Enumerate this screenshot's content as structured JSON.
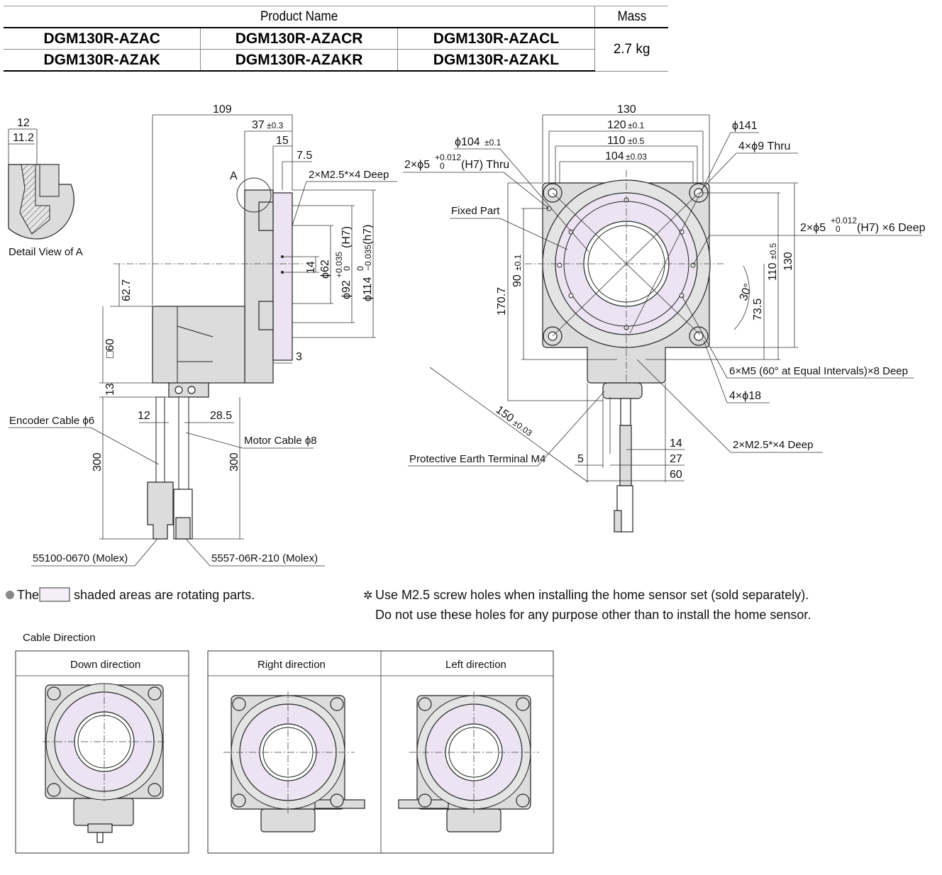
{
  "table": {
    "header_product": "Product Name",
    "header_mass": "Mass",
    "rows": [
      [
        "DGM130R-AZAC",
        "DGM130R-AZACR",
        "DGM130R-AZACL"
      ],
      [
        "DGM130R-AZAK",
        "DGM130R-AZAKR",
        "DGM130R-AZAKL"
      ]
    ],
    "mass": "2.7 kg"
  },
  "detail": {
    "d12": "12",
    "d11_2": "11.2",
    "caption": "Detail View of A"
  },
  "side": {
    "d109": "109",
    "d37": "37",
    "d37_tol": "±0.3",
    "d15": "15",
    "d7_5": "7.5",
    "label_a": "A",
    "m25": "2×M2.5*×4 Deep",
    "d14": "14",
    "phi62": "ϕ62",
    "phi92": "ϕ92",
    "phi92_tol_up": "+0.035",
    "phi92_tol_lo": "0",
    "phi92_fit": "(H7)",
    "phi114": "ϕ114",
    "phi114_tol_up": "0",
    "phi114_tol_lo": "−0.035",
    "phi114_fit": "(h7)",
    "d62_7": "62.7",
    "sq60": "□60",
    "d3": "3",
    "d13": "13",
    "d12": "12",
    "d28_5": "28.5",
    "d300a": "300",
    "d300b": "300",
    "encoder_cable": "Encoder Cable ϕ6",
    "motor_cable": "Motor Cable ϕ8",
    "conn1": "55100-0670 (Molex)",
    "conn2": "5557-06R-210 (Molex)"
  },
  "front": {
    "d130": "130",
    "d120": "120",
    "d120_tol": "±0.1",
    "d110": "110",
    "d110_tol": "±0.5",
    "d104": "104",
    "d104_tol": "±0.03",
    "phi104": "ϕ104",
    "phi104_tol": "±0.1",
    "phi141": "ϕ141",
    "holes9": "4×ϕ9 Thru",
    "pin_thru": "2×ϕ5",
    "pin_thru_tol_up": "+0.012",
    "pin_thru_tol_lo": "0",
    "pin_thru_suffix": "(H7) Thru",
    "fixed_part": "Fixed Part",
    "pin_deep": "2×ϕ5",
    "pin_deep_tol_up": "+0.012",
    "pin_deep_tol_lo": "0",
    "pin_deep_suffix": "(H7) ×6 Deep",
    "d90": "90",
    "d90_tol": "±0.1",
    "d170_7": "170.7",
    "d110v": "110",
    "d110v_tol": "±0.5",
    "d130v": "130",
    "ang30": "30°",
    "d73_5": "73.5",
    "m5": "6×M5 (60° at Equal Intervals)×8 Deep",
    "phi18": "4×ϕ18",
    "d150": "150",
    "d150_tol": "±0.03",
    "pe": "Protective Earth Terminal M4",
    "m25": "2×M2.5*×4 Deep",
    "d5": "5",
    "d14": "14",
    "d27": "27",
    "d60": "60"
  },
  "notes": {
    "shade_pre": "The",
    "shade_post": "shaded areas are rotating parts.",
    "note1": "Use M2.5 screw holes when installing the home sensor set (sold separately).",
    "note2": "Do not use these holes for any purpose other than to install the home sensor.",
    "asterisk": "✲"
  },
  "cable_direction": {
    "title": "Cable Direction",
    "options": [
      "Down direction",
      "Right direction",
      "Left direction"
    ]
  }
}
